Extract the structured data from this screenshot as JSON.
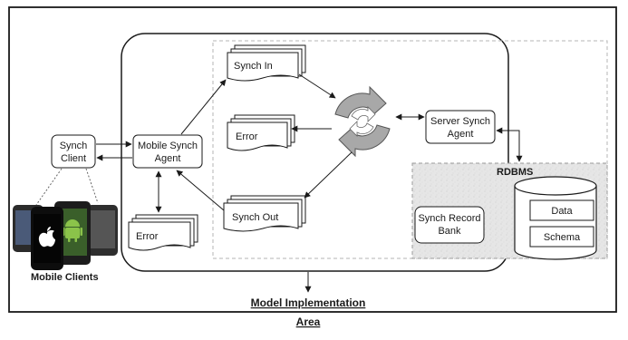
{
  "labels": {
    "synch_client_line1": "Synch",
    "synch_client_line2": "Client",
    "mobile_agent_line1": "Mobile Synch",
    "mobile_agent_line2": "Agent",
    "synch_in": "Synch In",
    "error_center": "Error",
    "synch_out": "Synch Out",
    "error_left": "Error",
    "server_agent_line1": "Server Synch",
    "server_agent_line2": "Agent",
    "rdbms": "RDBMS",
    "record_bank_line1": "Synch Record",
    "record_bank_line2": "Bank",
    "data": "Data",
    "schema": "Schema",
    "mobile_clients": "Mobile Clients",
    "caption_line1": "Model Implementation",
    "caption_line2": "Area"
  },
  "colors": {
    "stroke": "#1a1a1a",
    "dashed_border": "#b5b5b5",
    "rdbms_fill": "#e4e4e4",
    "cycle_fill": "#a8a8a8",
    "phone_dark": "#1c1c1c",
    "android_green": "#8bc34a"
  },
  "icons": [
    "sync-cycle-icon",
    "smartphone-icon",
    "apple-logo-icon",
    "android-logo-icon",
    "database-cylinder-icon"
  ]
}
